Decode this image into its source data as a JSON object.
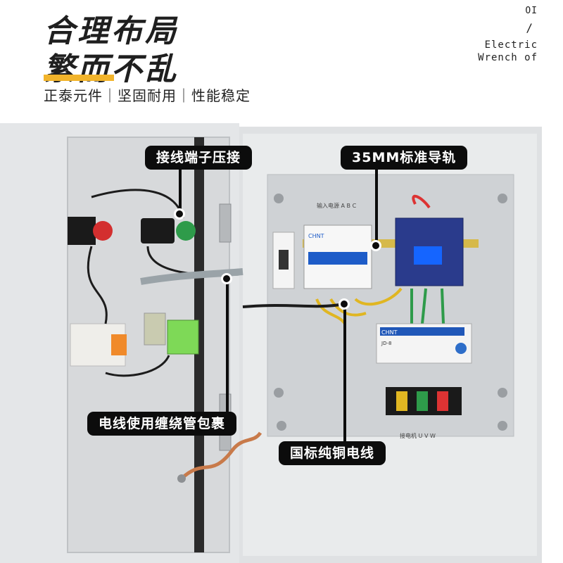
{
  "headline": {
    "line1": "合理布局",
    "line2": "繁而不乱",
    "accent_color": "#f2b42b"
  },
  "subheadline": "正泰元件｜坚固耐用｜性能稳定",
  "brand": {
    "top": "OI",
    "slash": "/",
    "line1": "Electric",
    "line2": "Wrench of"
  },
  "photo": {
    "labels": {
      "input_power": "输入电源 A B C",
      "output_motor": "接电机 U V W",
      "breaker_brand": "CHNT",
      "protector_brand": "CHNT",
      "protector_model": "JD-8"
    }
  },
  "callouts": {
    "crimp": "接线端子压接",
    "rail": "35MM标准导轨",
    "sleeve": "电线使用缠绕管包裹",
    "copper": "国标纯铜电线"
  }
}
